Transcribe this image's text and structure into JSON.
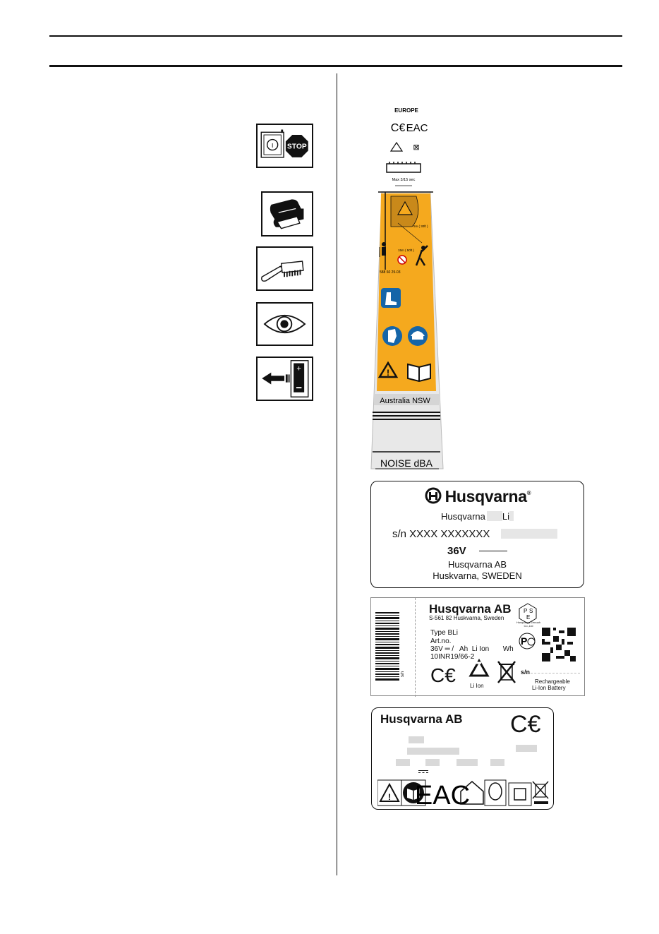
{
  "decal": {
    "region_top": "EUROPE",
    "mid_code": "588 60 25-03",
    "max_text": "Max 3/15 sec",
    "dist_small": "5m ( 30ft )",
    "dist_big": "15m ( 50ft )",
    "region_au": "Australia  NSW",
    "noise": "NOISE  dBA"
  },
  "rating_plate": {
    "brand": "Husqvarna",
    "model_prefix": "Husqvarna",
    "model_suffix": "Li",
    "serial": "s/n  XXXX  XXXXXXX",
    "voltage": "36V",
    "maker": "Husqvarna AB",
    "city": "Huskvarna, SWEDEN"
  },
  "battery_label": {
    "maker": "Husqvarna AB",
    "address": "S-561 82 Huskvarna, Sweden",
    "type_label": "Type  BLi",
    "art_label": "Art.no.",
    "spec_line": "36V ═ /   Ah  Li Ion       Wh",
    "cell_code": "10INR19/66-2",
    "recycle_text": "Li Ion",
    "sn_label": "s/n",
    "recharge_1": "Rechargeable",
    "recharge_2": "Li-Ion Battery",
    "barcode_text": "s/n",
    "pse_small": "Husqvarna Zenoah Co.,Ltd"
  },
  "machine_plate": {
    "maker": "Husqvarna AB",
    "ce": "CE",
    "eac": "EAC"
  },
  "symbols": {
    "stop": "STOP",
    "power": "I"
  }
}
